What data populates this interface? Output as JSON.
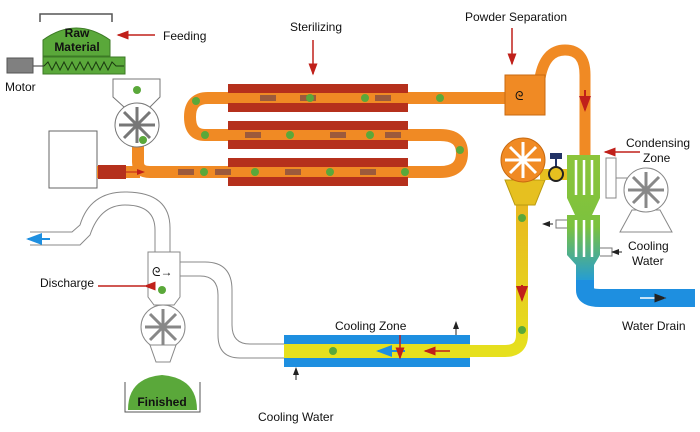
{
  "labels": {
    "raw_material_line1": "Raw",
    "raw_material_line2": "Material",
    "feeding": "Feeding",
    "motor": "Motor",
    "sterilizing": "Sterilizing",
    "powder_separation": "Powder Separation",
    "condensing_zone_line1": "Condensing",
    "condensing_zone_line2": "Zone",
    "cooling_water_right_line1": "Cooling",
    "cooling_water_right_line2": "Water",
    "water_drain": "Water Drain",
    "discharge": "Discharge",
    "cooling_zone": "Cooling Zone",
    "finished": "Finished",
    "cooling_water_bottom": "Cooling Water"
  },
  "colors": {
    "pipe_orange": "#f08a24",
    "heater_red": "#b5301c",
    "pipe_yellow": "#e6d21e",
    "material_green": "#5aa83a",
    "water_blue": "#1e8fe0",
    "arrow_red": "#c0201a"
  }
}
